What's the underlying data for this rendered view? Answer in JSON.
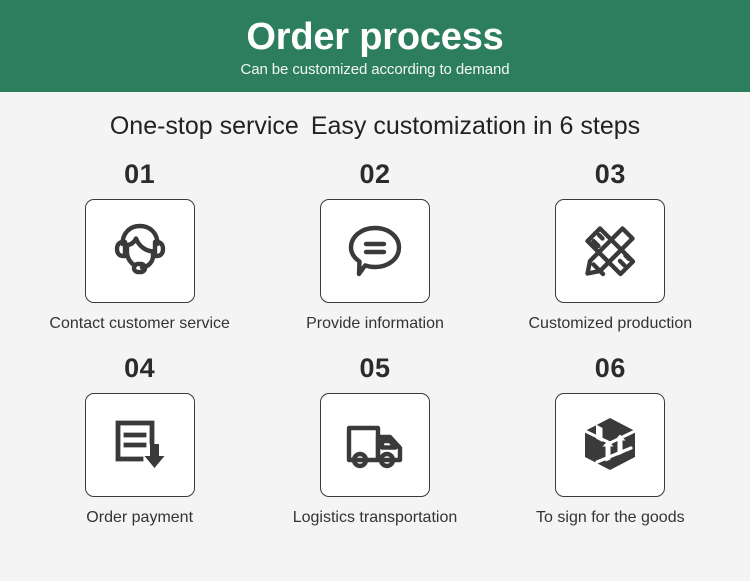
{
  "banner": {
    "title": "Order process",
    "subtitle": "Can be customized according to demand",
    "bg_color": "#2d7e5f",
    "title_color": "#ffffff"
  },
  "subheading": {
    "left": "One-stop service",
    "right": "Easy customization in 6 steps"
  },
  "page": {
    "background_color": "#f4f4f4",
    "icon_color": "#3a3a3a",
    "box_fill": "#ffffff"
  },
  "steps": [
    {
      "number": "01",
      "label": "Contact customer service",
      "icon": "headset-icon"
    },
    {
      "number": "02",
      "label": "Provide information",
      "icon": "speech-bubble-icon"
    },
    {
      "number": "03",
      "label": "Customized production",
      "icon": "pencil-ruler-icon"
    },
    {
      "number": "04",
      "label": "Order payment",
      "icon": "document-download-icon"
    },
    {
      "number": "05",
      "label": "Logistics transportation",
      "icon": "delivery-truck-icon"
    },
    {
      "number": "06",
      "label": "To sign for the goods",
      "icon": "package-box-icon"
    }
  ]
}
